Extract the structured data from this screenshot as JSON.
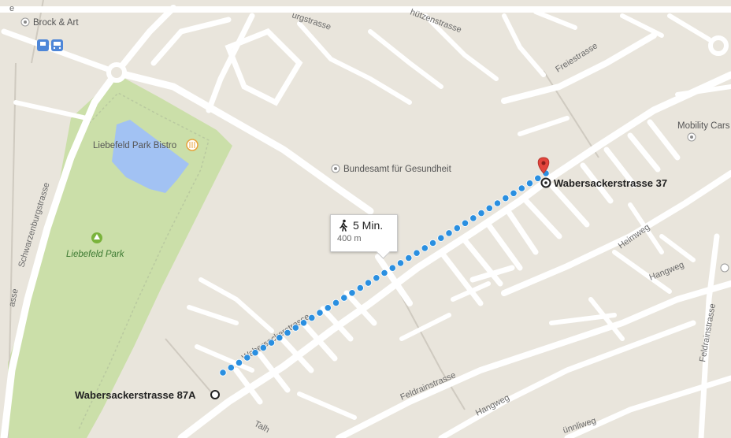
{
  "route": {
    "duration": "5 Min.",
    "distance": "400 m",
    "mode_icon": "walking-person-icon",
    "route_color": "#2a8fe0",
    "start": {
      "address": "Wabersackerstrasse 87A"
    },
    "end": {
      "address": "Wabersackerstrasse 37"
    },
    "pin_color": "#e2453c"
  },
  "streets": {
    "burgstrasse": "urgstrasse",
    "schuetzenstrasse": "hützenstrasse",
    "freiestrasse": "Freiestrasse",
    "schwarzenburgstrasse": "Schwarzenburgstrasse",
    "wabersackerstrasse": "Wabersackerstrasse",
    "heimweg": "Heimweg",
    "hangweg_top": "Hangweg",
    "hangweg_bottom": "Hangweg",
    "feldrainstrasse_bottom": "Feldrainstrasse",
    "feldrainstrasse_right": "Feldrainstrasse",
    "tal": "Talh",
    "innliweg": "ünnliweg",
    "left_edge": "asse",
    "top_left_fragment": "e"
  },
  "pois": {
    "brock_art": "Brock & Art",
    "park_bistro": "Liebefeld Park Bistro",
    "bundesamt": "Bundesamt für Gesundheit",
    "mobility": "Mobility Cars",
    "liebefeld_park": "Liebefeld Park"
  },
  "colors": {
    "land": "#e9e5dc",
    "road": "#ffffff",
    "park": "#cbdfa9",
    "water": "#a2c2f3"
  }
}
